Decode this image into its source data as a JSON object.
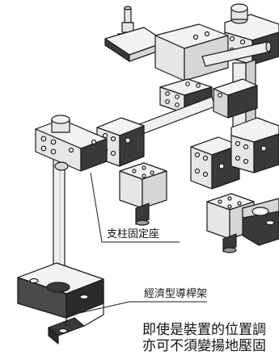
{
  "labels": {
    "support_post_holder": "支柱固定座",
    "economy_guide_rack": "經濟型導桿架"
  },
  "caption": {
    "line1": "即使是裝置的位置調",
    "line2": "亦可不須變揚地壓固"
  },
  "colors": {
    "line": "#1a1a1a",
    "face_light": "#f2f2f2",
    "face_mid": "#d6d6d6",
    "face_dark": "#3a3a3a",
    "bolt": "#9a9a9a"
  }
}
